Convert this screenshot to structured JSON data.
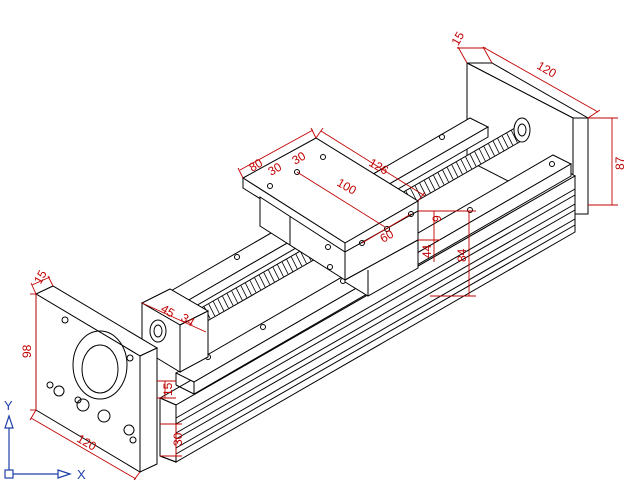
{
  "colors": {
    "background": "#ffffff",
    "line": "#000000",
    "dimension": "#c00000",
    "ucs": "#1f3fa8"
  },
  "ucs": {
    "x_label": "X",
    "y_label": "Y"
  },
  "dimensions": {
    "top_plate_thickness": "15",
    "top_plate_width": "120",
    "top_plate_height": "87",
    "carriage_width": "80",
    "carriage_hole_a": "30",
    "carriage_hole_b": "30",
    "carriage_length": "126",
    "carriage_hole_span": "100",
    "carriage_hole_offset": "60",
    "carriage_step": "9",
    "carriage_height": "44",
    "total_height": "84",
    "left_plate_thickness": "15",
    "left_plate_height": "98",
    "left_plate_width": "120",
    "nut_block_a": "45",
    "nut_block_b": "34",
    "rail_step": "15",
    "base_height": "30"
  }
}
